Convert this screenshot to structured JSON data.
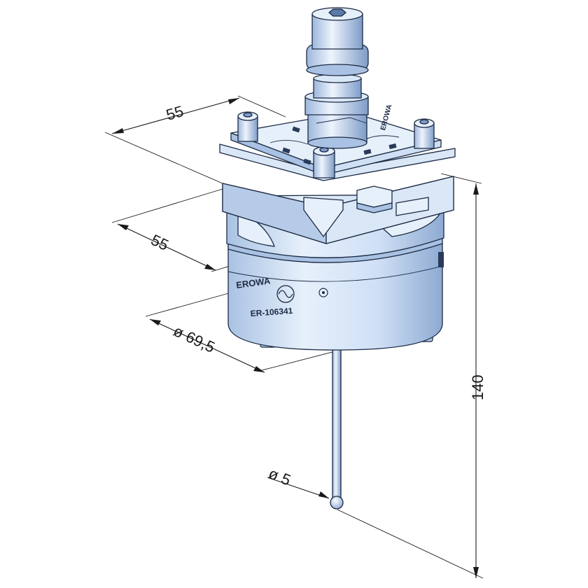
{
  "colors": {
    "body": "#cfe0f5",
    "body_light": "#e6f0fb",
    "body_shade": "#a9c2e3",
    "body_dark": "#7e9cc8",
    "outline": "#1c2a44",
    "dimension": "#1a1a1a",
    "background": "#ffffff"
  },
  "dimensions": {
    "top_width": "55",
    "top_depth": "55",
    "body_diameter": "ø 69,5",
    "total_height": "140",
    "stylus_diameter": "ø 5"
  },
  "markings": {
    "brand": "EROWA",
    "part_number": "ER-106341"
  },
  "icons": {
    "brand_logo": "erowa-wave-logo",
    "set_screw": "screw-head-icon"
  }
}
